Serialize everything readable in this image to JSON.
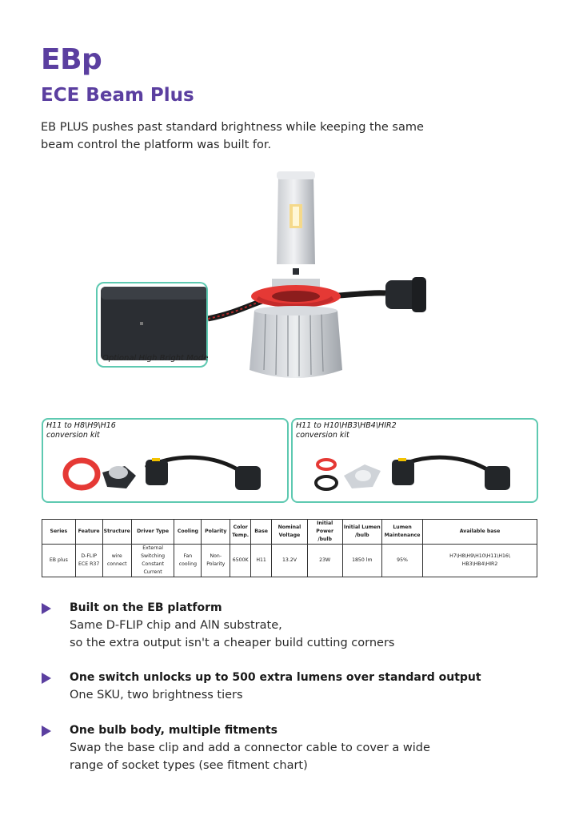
{
  "header": {
    "title": "EBp",
    "subtitle": "ECE Beam Plus",
    "intro_lines": [
      "EB PLUS pushes past standard brightness while keeping the same",
      "beam control the platform was built for."
    ]
  },
  "hero": {
    "mode_label": "Optional High Bright Mode"
  },
  "kits": [
    {
      "label_lines": [
        "H11 to H8\\H9\\H16",
        "conversion kit"
      ]
    },
    {
      "label_lines": [
        "H11 to H10\\HB3\\HB4\\HIR2",
        "conversion kit"
      ]
    }
  ],
  "colors": {
    "brand": "#5b3fa0",
    "frame": "#5ec9b1",
    "ring_red": "#e53935"
  },
  "spec_table": {
    "headers": [
      [
        "Series"
      ],
      [
        "Feature"
      ],
      [
        "Structure"
      ],
      [
        "Driver Type"
      ],
      [
        "Cooling"
      ],
      [
        "Polarity"
      ],
      [
        "Color",
        "Temp."
      ],
      [
        "Base"
      ],
      [
        "Nominal",
        "Voltage"
      ],
      [
        "Initial Power",
        "/bulb"
      ],
      [
        "Initial Lumen",
        "/bulb"
      ],
      [
        "Lumen",
        "Maintenance"
      ],
      [
        "Available base"
      ]
    ],
    "row": [
      [
        "EB plus"
      ],
      [
        "D-FLIP",
        "ECE R37"
      ],
      [
        "wire",
        "connect"
      ],
      [
        "External",
        "Switching",
        "Constant",
        "Current"
      ],
      [
        "Fan",
        "cooling"
      ],
      [
        "Non-",
        "Polarity"
      ],
      [
        "6500K"
      ],
      [
        "H11"
      ],
      [
        "13.2V"
      ],
      [
        "23W"
      ],
      [
        "1850 lm"
      ],
      [
        "95%"
      ],
      [
        "H7\\H8\\H9\\H10\\H11\\H16\\",
        "HB3\\HB4\\HIR2"
      ]
    ]
  },
  "features": [
    {
      "title": "Built on the EB platform",
      "lines": [
        "Same D-FLIP chip and AlN substrate,",
        "so the extra output isn't a cheaper build cutting corners"
      ]
    },
    {
      "title": "One switch unlocks up to 500 extra lumens over standard output",
      "lines": [
        "One SKU, two brightness tiers"
      ]
    },
    {
      "title": "One bulb body, multiple fitments",
      "lines": [
        "Swap the base clip and add a connector cable to cover a wide",
        "range of socket types (see fitment chart)"
      ]
    }
  ]
}
